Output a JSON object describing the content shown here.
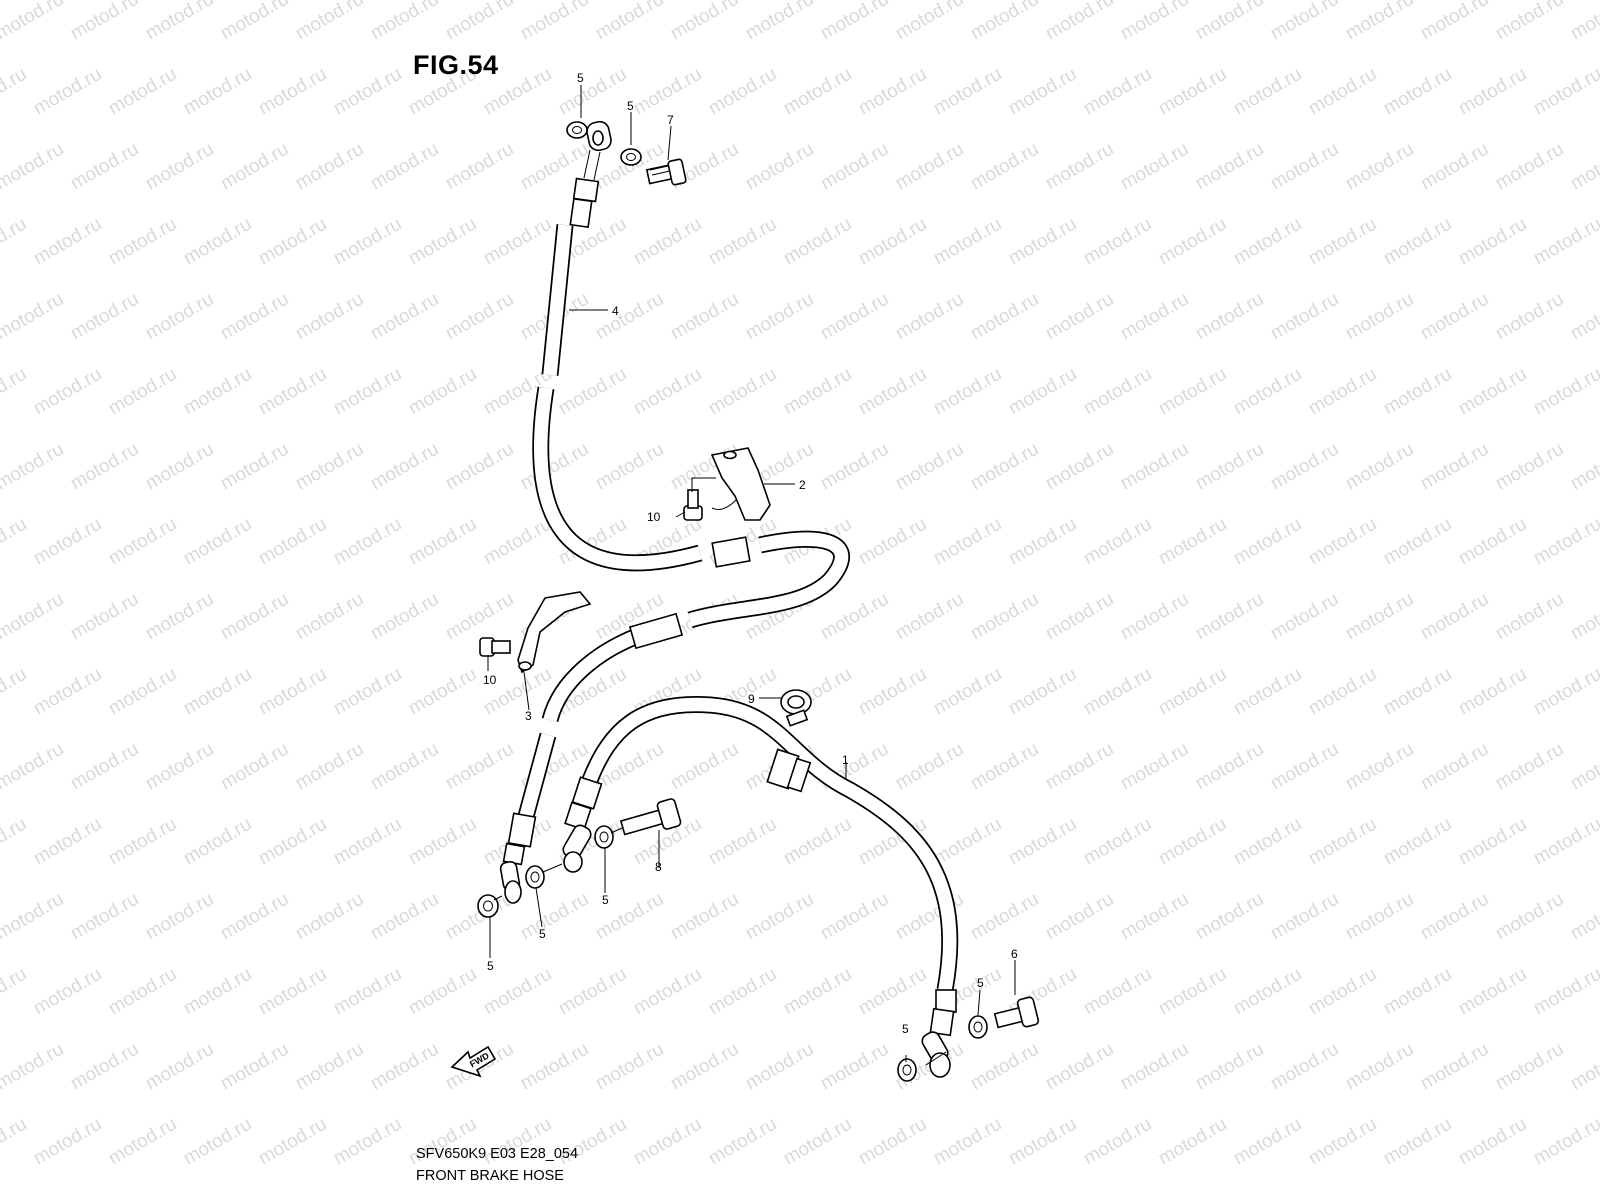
{
  "header": {
    "figure_label": "FIG.54"
  },
  "footer": {
    "model_code": "SFV650K9 E03 E28_054",
    "diagram_name": "FRONT BRAKE HOSE"
  },
  "watermark": "motod.ru",
  "direction_arrow": {
    "label": "FWD"
  },
  "callouts": {
    "hose_upper": "4",
    "bracket_right": "2",
    "bracket_left": "3",
    "clamp": "9",
    "hose_lower": "1",
    "bolt_top": "7",
    "bolt_mid": "8",
    "bolt_bottom": "6",
    "bolt_bracket_right": "10",
    "bolt_bracket_left": "10",
    "washer_a": "5",
    "washer_b": "5",
    "washer_c": "5",
    "washer_d": "5",
    "washer_e": "5",
    "washer_f": "5",
    "washer_g": "5"
  },
  "colors": {
    "line": "#000000",
    "watermark": "#d9d9d9",
    "background": "#ffffff"
  }
}
